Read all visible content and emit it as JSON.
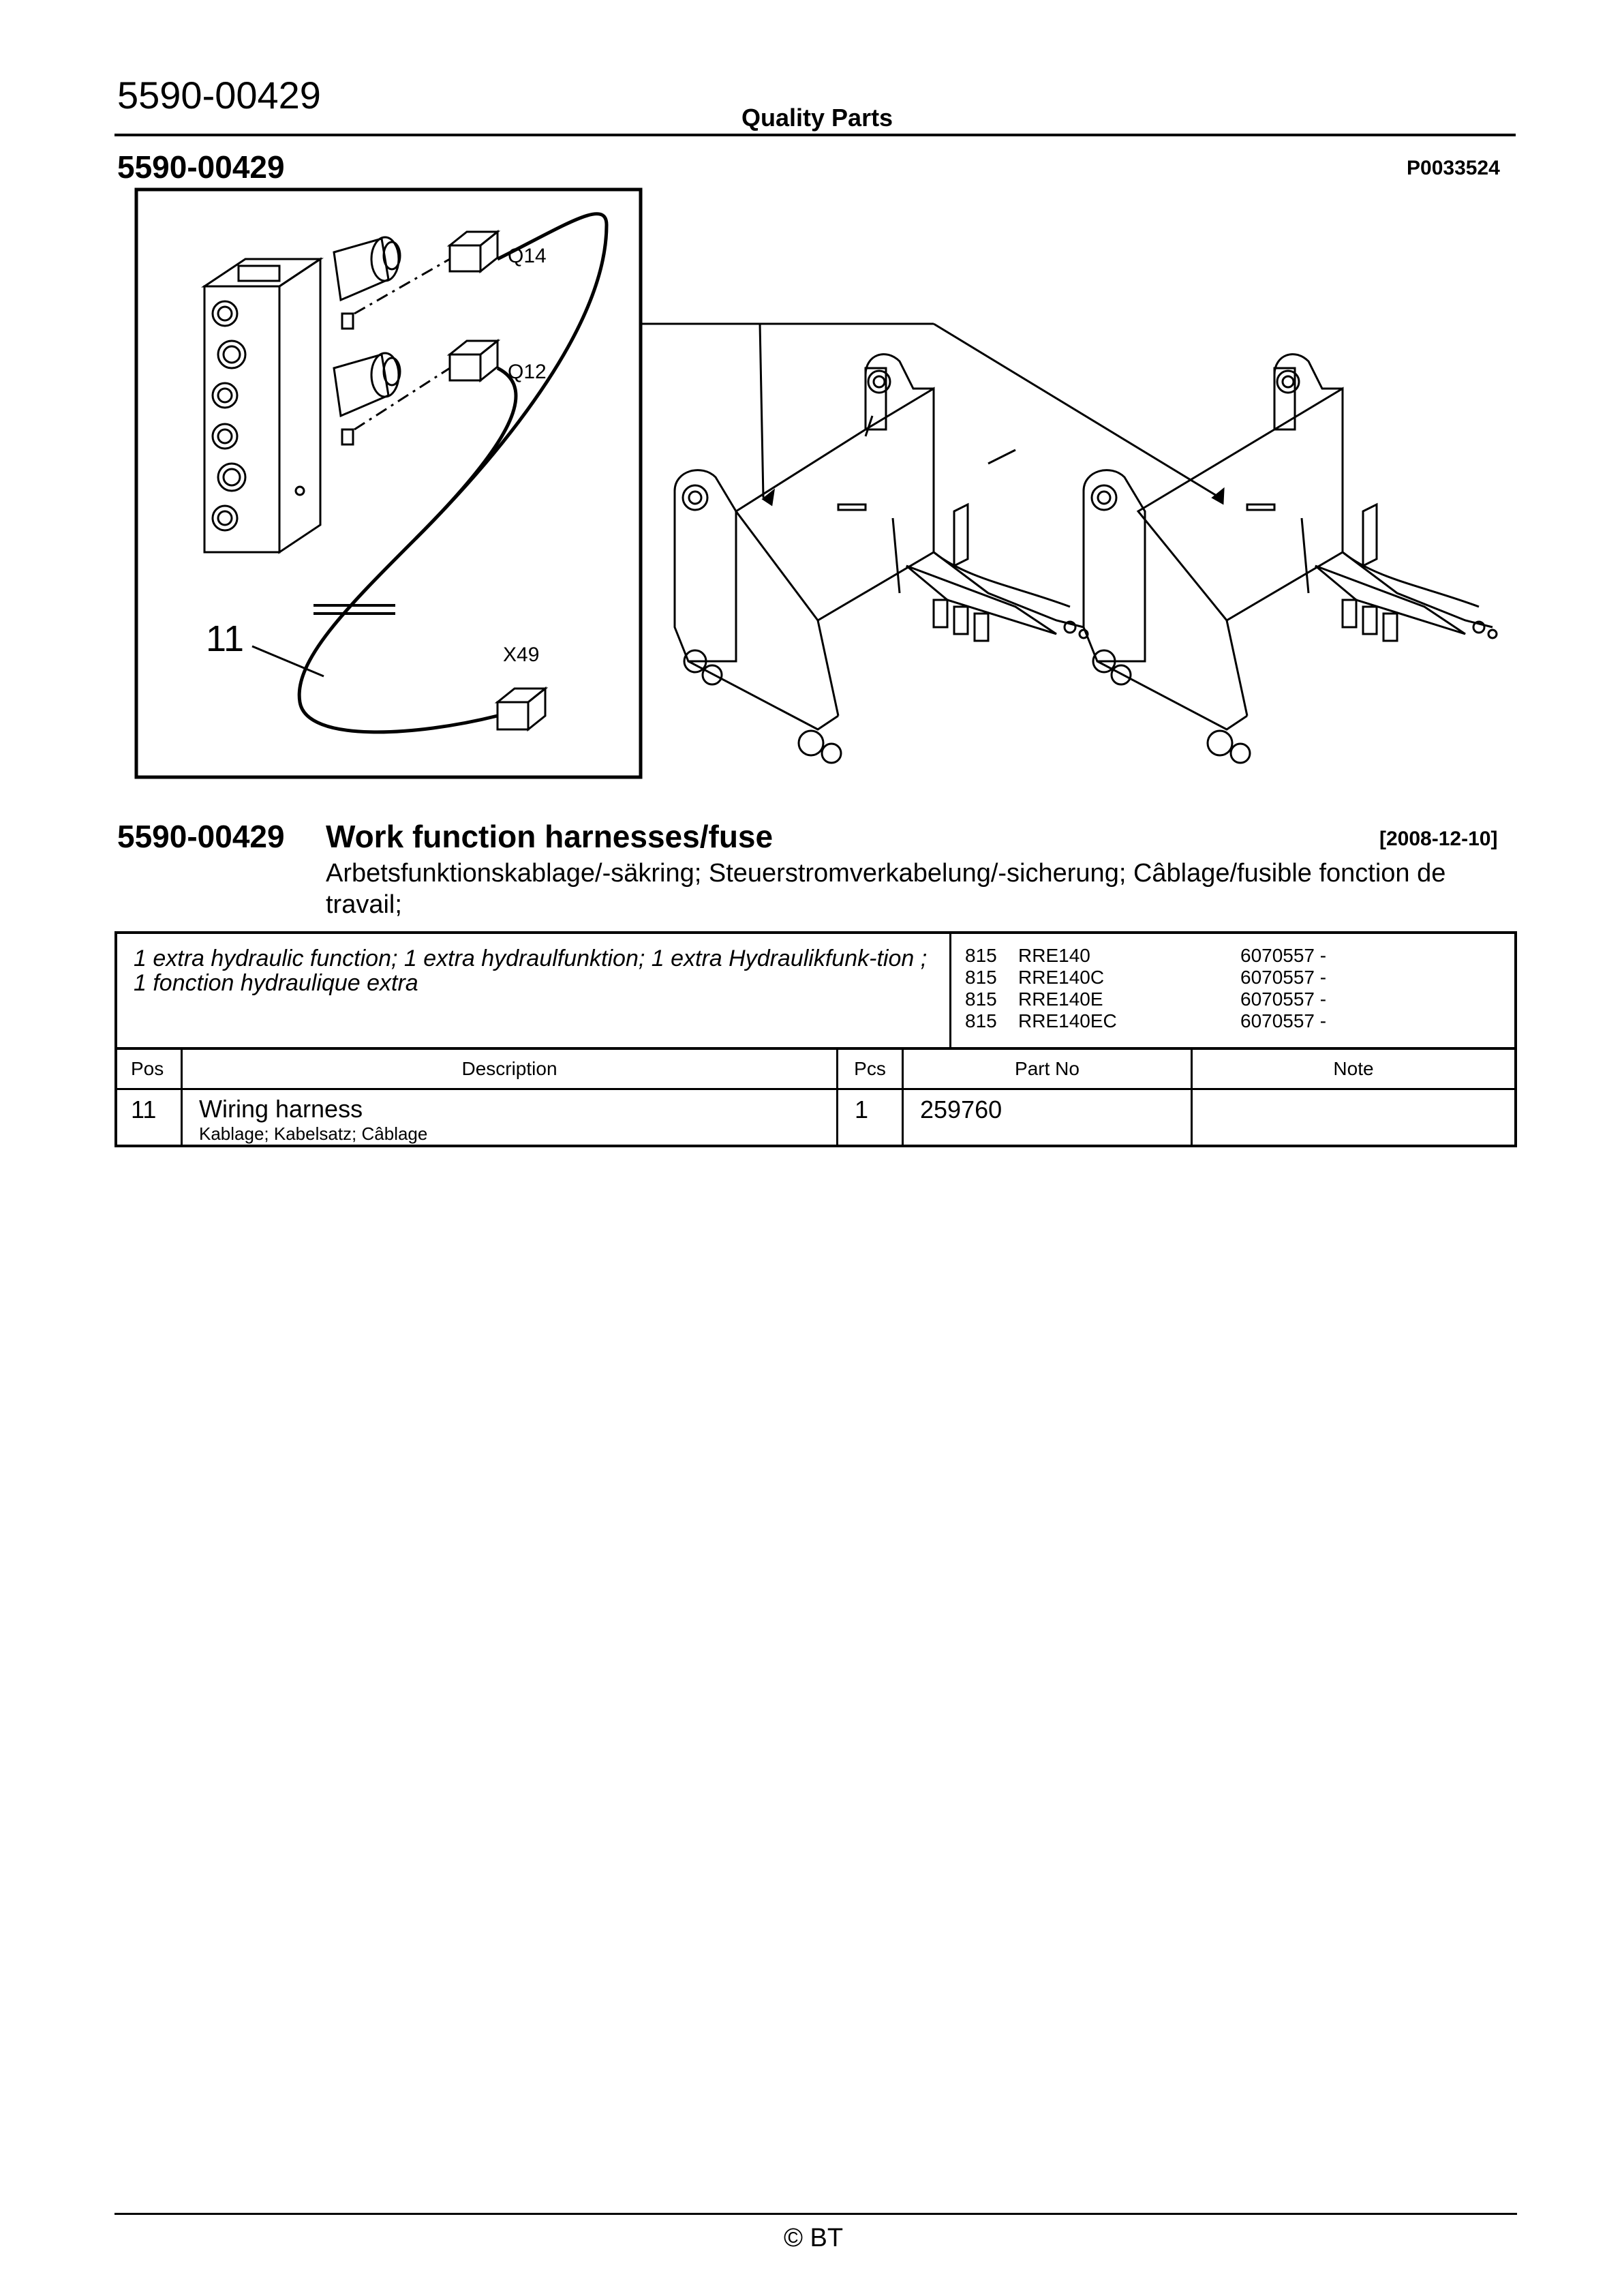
{
  "header": {
    "doc_number": "5590-00429",
    "title": "Quality Parts"
  },
  "section": {
    "code": "5590-00429",
    "drawing_ref": "P0033524"
  },
  "illustration": {
    "labels": {
      "q14": "Q14",
      "q12": "Q12",
      "x49": "X49",
      "pos11": "11"
    }
  },
  "title_block": {
    "code": "5590-00429",
    "name": "Work function harnesses/fuse",
    "date": "[2008-12-10]",
    "translations": "Arbetsfunktionskablage/-säkring; Steuerstromverkabelung/-sicherung; Câblage/fusible fonction de travail;"
  },
  "variant": {
    "description": "1 extra hydraulic function; 1 extra hydraulfunktion; 1 extra Hydraulikfunk-tion ; 1 fonction hydraulique extra",
    "models": [
      {
        "code": "815",
        "name": "RRE140",
        "serial": "6070557 -"
      },
      {
        "code": "815",
        "name": "RRE140C",
        "serial": "6070557 -"
      },
      {
        "code": "815",
        "name": "RRE140E",
        "serial": "6070557 -"
      },
      {
        "code": "815",
        "name": "RRE140EC",
        "serial": "6070557 -"
      }
    ]
  },
  "table": {
    "headers": {
      "pos": "Pos",
      "description": "Description",
      "pcs": "Pcs",
      "part_no": "Part No",
      "note": "Note"
    },
    "rows": [
      {
        "pos": "11",
        "description": "Wiring harness",
        "translations": "Kablage; Kabelsatz; Câblage",
        "pcs": "1",
        "part_no": "259760",
        "note": ""
      }
    ]
  },
  "footer": {
    "copyright": "© BT"
  }
}
